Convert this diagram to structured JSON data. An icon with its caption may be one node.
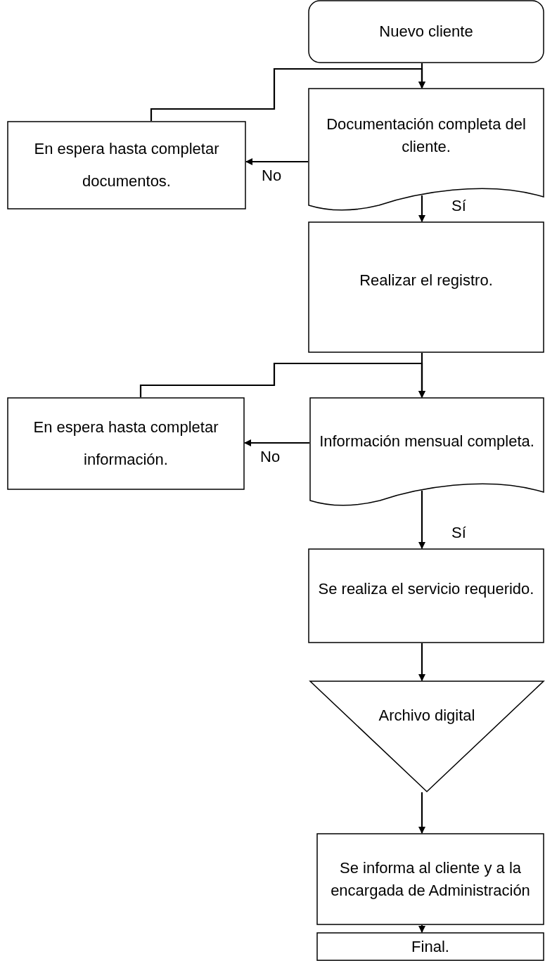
{
  "diagram": {
    "nodes": [
      {
        "text": [
          "Nuevo cliente"
        ]
      },
      {
        "text": [
          "Documentación completa del cliente."
        ]
      },
      {
        "text": [
          "En espera hasta completar documentos."
        ]
      },
      {
        "text": [
          "Realizar el registro."
        ]
      },
      {
        "text": [
          "En espera hasta completar información."
        ]
      },
      {
        "text": [
          "Información mensual completa."
        ]
      },
      {
        "text": [
          "Se realiza el servicio requerido."
        ]
      },
      {
        "text": [
          "Archivo digital"
        ]
      },
      {
        "text": [
          "Se informa al cliente y a la encargada de Administración"
        ]
      },
      {
        "text": [
          "Final."
        ]
      }
    ],
    "edges": [
      {
        "from": 0,
        "to": 1,
        "arrow": "to"
      },
      {
        "from": 1,
        "to": 2,
        "arrow": "to",
        "label": "No"
      },
      {
        "from": 2,
        "to": 1,
        "arrow": "to"
      },
      {
        "from": 1,
        "to": 3,
        "arrow": "to",
        "label": "Sí"
      },
      {
        "from": 3,
        "to": 5,
        "arrow": "to"
      },
      {
        "from": 5,
        "to": 4,
        "arrow": "to",
        "label": "No"
      },
      {
        "from": 4,
        "to": 5,
        "arrow": "to"
      },
      {
        "from": 5,
        "to": 6,
        "arrow": "to",
        "label": "Sí"
      },
      {
        "from": 6,
        "to": 7,
        "arrow": "to"
      },
      {
        "from": 7,
        "to": 8,
        "arrow": "to"
      },
      {
        "from": 8,
        "to": 9,
        "arrow": "to"
      }
    ]
  }
}
